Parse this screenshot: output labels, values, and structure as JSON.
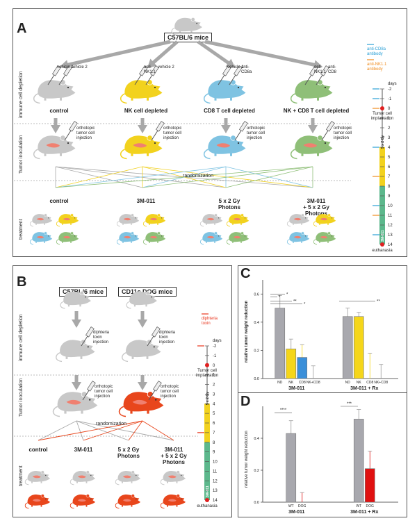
{
  "panel_a": {
    "label": "A",
    "strain": "C57BL/6 mice",
    "side_labels": [
      "immune cell depletion",
      "Tumor inoculation",
      "treatment"
    ],
    "groups": [
      {
        "title": "control",
        "needles": [
          "vehicle 1",
          "vehicle 2"
        ],
        "color": "#c8c8c8"
      },
      {
        "title": "NK cell depleted",
        "needles": [
          "anti-\nNK1.1",
          "vehicle 2"
        ],
        "color": "#f2d21e"
      },
      {
        "title": "CD8 T cell depleted",
        "needles": [
          "vehicle 1",
          "anti-\nCD8a"
        ],
        "color": "#7fc3e2"
      },
      {
        "title": "NK + CD8 T cell depleted",
        "needles": [
          "anti-\nNK1.1",
          "anti-\nCD8"
        ],
        "color": "#8fbf78"
      }
    ],
    "injection": "orthotopic\ntumor cell\ninjection",
    "randomization": "randomization",
    "treatments": [
      "control",
      "3M-011",
      "5 x 2 Gy\nPhotons",
      "3M-011\n+ 5 x 2 Gy\nPhotons"
    ],
    "legend": [
      {
        "text": "anti-CD8a\nantibody",
        "color": "#2a9fd6"
      },
      {
        "text": "anti-NK1.1\nantibody",
        "color": "#f08c1e"
      }
    ],
    "timeline": {
      "unit": "days",
      "ticks": [
        "-2",
        "-1",
        "0",
        "1",
        "2",
        "3",
        "4",
        "5",
        "6",
        "7",
        "8",
        "9",
        "10",
        "11",
        "12",
        "13",
        "14"
      ],
      "event_implant": "Tumor cell\nimplantation",
      "event_end": "euthanasia",
      "rx_label": "5 x 2 Gy",
      "drug_label": "3M-011"
    }
  },
  "panel_b": {
    "label": "B",
    "strains": [
      "C57BL/6 mice",
      "CD11c.DOG mice"
    ],
    "side_labels": [
      "immune cell depletion",
      "Tumor inoculation",
      "treatment"
    ],
    "toxin": "diphteria\ntoxin\ninjection",
    "injection": "orthotopic\ntumor cell\ninjection",
    "randomization": "randomization",
    "treatments": [
      "control",
      "3M-011",
      "5 x 2 Gy\nPhotons",
      "3M-011\n+ 5 x 2 Gy\nPhotons"
    ],
    "legend": {
      "text": "diphteria\ntoxin",
      "color": "#e8341c"
    },
    "timeline": {
      "unit": "days",
      "ticks": [
        "-2",
        "-1",
        "0",
        "1",
        "2",
        "3",
        "4",
        "5",
        "6",
        "7",
        "8",
        "9",
        "10",
        "11",
        "12",
        "13",
        "14"
      ],
      "event_implant": "Tumor cell\nimplantation",
      "event_end": "euthanasia",
      "rx_label": "5 x 2 Gy",
      "drug_label": "3M-011"
    }
  },
  "chart_data": [
    {
      "panel": "C",
      "type": "bar",
      "ylabel": "relative tumor weight reduction",
      "ylim": [
        0,
        0.7
      ],
      "yticks": [
        "0.0",
        "0.2",
        "0.4",
        "0.6"
      ],
      "groups": [
        {
          "name": "3M-011",
          "categories": [
            "ND",
            "NK",
            "CD8",
            "NK+CD8"
          ],
          "values": [
            0.5,
            0.21,
            0.15,
            0.0
          ],
          "errors": [
            0.09,
            0.07,
            0.09,
            0.09
          ]
        },
        {
          "name": "3M-011 + Rx",
          "categories": [
            "ND",
            "NK",
            "CD8",
            "NK+CD8"
          ],
          "values": [
            0.44,
            0.44,
            0.0,
            0.0
          ],
          "errors": [
            0.06,
            0.03,
            0.18,
            0.1
          ]
        }
      ],
      "colors": [
        "#a8a8ae",
        "#f5d61a",
        "#3a8fd9",
        "#ffffff"
      ],
      "significance": [
        "*",
        "*",
        "**",
        "*",
        "**"
      ]
    },
    {
      "panel": "D",
      "type": "bar",
      "ylabel": "relative tumor weight reduction",
      "ylim": [
        0,
        0.6
      ],
      "yticks": [
        "0.0",
        "0.2",
        "0.4"
      ],
      "groups": [
        {
          "name": "3M-011",
          "categories": [
            "WT",
            "DOG"
          ],
          "values": [
            0.43,
            0.0
          ],
          "errors": [
            0.08,
            0.06
          ]
        },
        {
          "name": "3M-011 + Rx",
          "categories": [
            "WT",
            "DOG"
          ],
          "values": [
            0.52,
            0.21
          ],
          "errors": [
            0.06,
            0.11
          ]
        }
      ],
      "colors": [
        "#a8a8ae",
        "#e01010"
      ],
      "significance": [
        "****",
        "***"
      ]
    }
  ]
}
